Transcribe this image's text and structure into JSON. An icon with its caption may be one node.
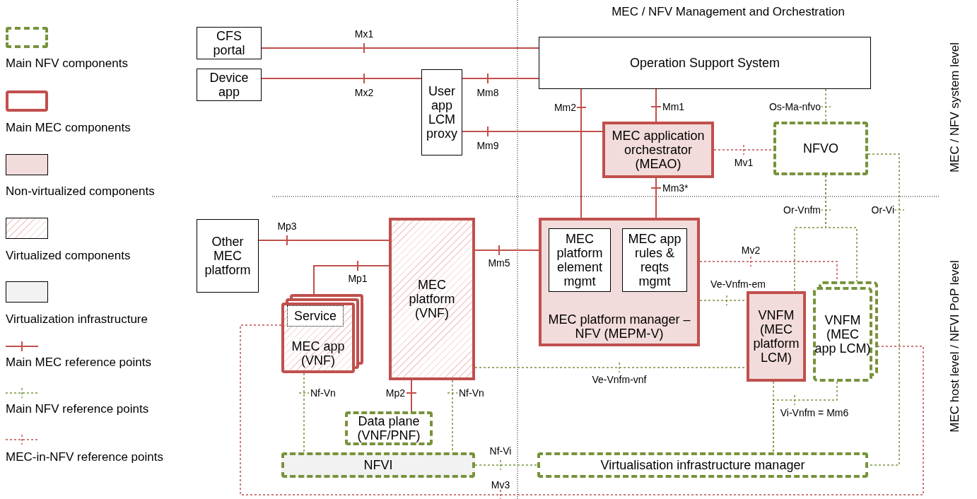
{
  "diagram": {
    "nodes": [
      {
        "text": [
          "CFS portal"
        ]
      },
      {
        "text": [
          "Device app"
        ]
      },
      {
        "text": [
          "Operation Support System"
        ]
      },
      {
        "text": [
          "User app LCM proxy"
        ]
      },
      {
        "text": [
          "MEC application orchestrator (MEAO)"
        ]
      },
      {
        "text": [
          "NFVO"
        ]
      },
      {
        "text": [
          "Other MEC platform"
        ]
      },
      {
        "text": [
          "MEC platform (VNF)"
        ]
      },
      {
        "text": [
          "MEC platform manager – NFV (MEPM-V)"
        ]
      },
      {
        "text": [
          "MEC platform element mgmt"
        ],
        "in": 8
      },
      {
        "text": [
          "MEC app rules & reqts mgmt"
        ],
        "in": 8
      },
      {
        "text": [
          "MEC app (VNF)"
        ]
      },
      {
        "text": [
          "Service"
        ],
        "in": 11
      },
      {
        "text": [
          "VNFM (MEC platform LCM)"
        ]
      },
      {
        "text": [
          "VNFM (MEC app LCM)"
        ]
      },
      {
        "text": [
          "Data plane (VNF/PNF)"
        ]
      },
      {
        "text": [
          "NFVI"
        ]
      },
      {
        "text": [
          "Virtualisation infrastructure manager"
        ]
      }
    ],
    "edges": [
      {
        "from": 0,
        "to": 2,
        "arrow": "none",
        "label": "Mx1"
      },
      {
        "from": 1,
        "to": 3,
        "arrow": "none",
        "label": "Mx2"
      },
      {
        "from": 3,
        "to": 2,
        "arrow": "none",
        "label": "Mm8"
      },
      {
        "from": 3,
        "to": 4,
        "arrow": "none",
        "label": "Mm9"
      },
      {
        "from": 2,
        "to": 8,
        "arrow": "none",
        "label": "Mm2"
      },
      {
        "from": 2,
        "to": 4,
        "arrow": "none",
        "label": "Mm1"
      },
      {
        "from": 2,
        "to": 5,
        "arrow": "none",
        "label": "Os-Ma-nfvo",
        "style": "dashed",
        "color": "#77933c"
      },
      {
        "from": 4,
        "to": 5,
        "arrow": "none",
        "label": "Mv1",
        "style": "dashed"
      },
      {
        "from": 4,
        "to": 8,
        "arrow": "none",
        "label": "Mm3*"
      },
      {
        "from": 5,
        "to": 13,
        "arrow": "none",
        "label": "Or-Vnfm",
        "style": "dashed",
        "color": "#77933c"
      },
      {
        "from": 5,
        "to": 14,
        "arrow": "none",
        "style": "dashed",
        "color": "#77933c"
      },
      {
        "from": 5,
        "to": 17,
        "arrow": "none",
        "label": "Or-Vi",
        "style": "dashed",
        "color": "#77933c"
      },
      {
        "from": 6,
        "to": 7,
        "arrow": "none",
        "label": "Mp3"
      },
      {
        "from": 11,
        "to": 7,
        "arrow": "none",
        "label": "Mp1"
      },
      {
        "from": 7,
        "to": 8,
        "arrow": "none",
        "label": "Mm5"
      },
      {
        "from": 8,
        "to": 14,
        "arrow": "none",
        "label": "Mv2",
        "style": "dashed"
      },
      {
        "from": 8,
        "to": 13,
        "arrow": "none",
        "label": "Ve-Vnfm-em",
        "style": "dashed",
        "color": "#77933c"
      },
      {
        "from": 7,
        "to": 13,
        "arrow": "none",
        "label": "Ve-Vnfm-vnf",
        "style": "dashed",
        "color": "#77933c"
      },
      {
        "from": 11,
        "to": 16,
        "arrow": "none",
        "label": "Nf-Vn",
        "style": "dashed",
        "color": "#77933c"
      },
      {
        "from": 7,
        "to": 15,
        "arrow": "none",
        "label": "Mp2"
      },
      {
        "from": 7,
        "to": 16,
        "arrow": "none",
        "label": "Nf-Vn",
        "style": "dashed",
        "color": "#77933c"
      },
      {
        "from": 16,
        "to": 17,
        "arrow": "none",
        "label": "Nf-Vi",
        "style": "dashed",
        "color": "#77933c"
      },
      {
        "from": 13,
        "to": 17,
        "arrow": "none",
        "style": "dashed",
        "color": "#77933c"
      },
      {
        "from": 14,
        "to": 17,
        "arrow": "none",
        "label": "Vi-Vnfm = Mm6",
        "style": "dashed",
        "color": "#77933c"
      },
      {
        "from": 11,
        "to": 14,
        "arrow": "none",
        "label": "Mv3",
        "style": "dashed"
      }
    ],
    "labels": [
      "MEC / NFV Management and Orchestration",
      "MEC / NFV system level",
      "MEC host level / NFVI PoP level"
    ],
    "legend": [
      {
        "text": "Main NFV components"
      },
      {
        "text": "Main MEC components"
      },
      {
        "text": "Non-virtualized components",
        "color": "#f2dcdb"
      },
      {
        "text": "Virtualized components"
      },
      {
        "text": "Virtualization infrastructure",
        "color": "#f2f2f2"
      },
      {
        "text": "Main MEC reference points"
      },
      {
        "text": "Main NFV reference points"
      },
      {
        "text": "MEC-in-NFV reference points"
      }
    ]
  }
}
